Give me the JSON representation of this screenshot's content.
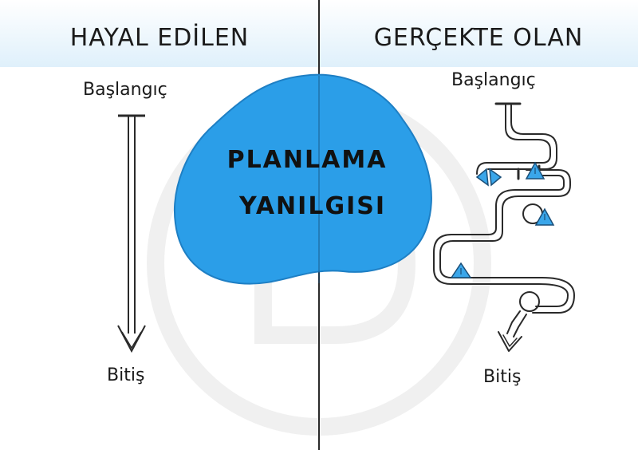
{
  "columns": {
    "left": {
      "heading": "HAYAL EDİLEN",
      "start": "Başlangıç",
      "end": "Bitiş"
    },
    "right": {
      "heading": "GERÇEKTE OLAN",
      "start": "Başlangıç",
      "end": "Bitiş"
    }
  },
  "center": {
    "title_line1": "PLANLAMA",
    "title_line2": "YANILGISI"
  },
  "colors": {
    "blob": "#2b9ee8",
    "header_band": "#dff0fb",
    "stroke": "#2a2a2a",
    "watermark": "#efefef",
    "cone": "#3aa6ea"
  },
  "icons": [
    "watermark-logo",
    "divider-line",
    "straight-arrow",
    "winding-path-arrow",
    "traffic-cone-icon"
  ]
}
